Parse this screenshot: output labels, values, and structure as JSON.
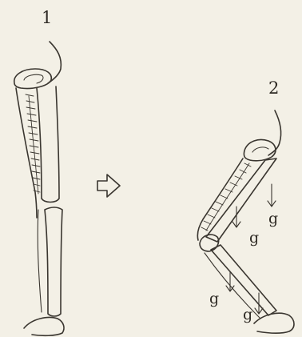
{
  "labels": {
    "figure_1": "1",
    "figure_2": "2"
  },
  "gravity_label": "g",
  "arrow_icon": "hollow-right-arrow",
  "ink_color": "#3a3630",
  "paper_color": "#f3f0e6"
}
